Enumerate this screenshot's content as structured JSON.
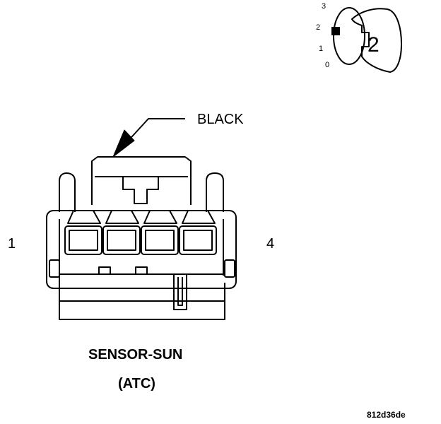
{
  "key_indicator": {
    "positions": [
      "3",
      "2",
      "1",
      "0"
    ],
    "key_number": "2"
  },
  "connector": {
    "color_callout": "BLACK",
    "pin_first": "1",
    "pin_last": "4",
    "name": "SENSOR-SUN",
    "subname": "(ATC)"
  },
  "figure_id": "812d36de"
}
